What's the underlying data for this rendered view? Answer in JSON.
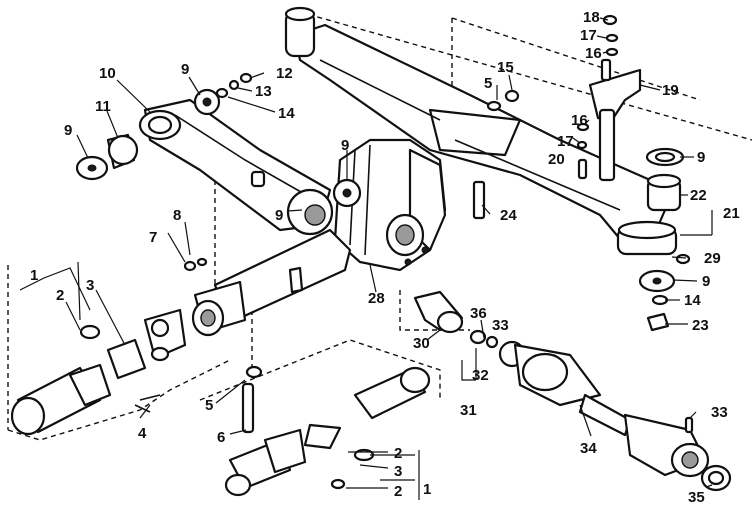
{
  "diagram": {
    "callouts": {
      "c1a": "1",
      "c1b": "1",
      "c2a": "2",
      "c2b": "2",
      "c2c": "2",
      "c3a": "3",
      "c3b": "3",
      "c4": "4",
      "c5a": "5",
      "c5b": "5",
      "c6": "6",
      "c7": "7",
      "c8": "8",
      "c9a": "9",
      "c9b": "9",
      "c9c": "9",
      "c9d": "9",
      "c9e": "9",
      "c9f": "9",
      "c10": "10",
      "c11": "11",
      "c12": "12",
      "c13": "13",
      "c14a": "14",
      "c14b": "14",
      "c15": "15",
      "c16a": "16",
      "c16b": "16",
      "c17a": "17",
      "c17b": "17",
      "c18": "18",
      "c19": "19",
      "c20": "20",
      "c21": "21",
      "c22": "22",
      "c23": "23",
      "c24": "24",
      "c28": "28",
      "c29": "29",
      "c30": "30",
      "c31": "31",
      "c32": "32",
      "c33a": "33",
      "c33b": "33",
      "c34": "34",
      "c35": "35",
      "c36": "36"
    }
  }
}
